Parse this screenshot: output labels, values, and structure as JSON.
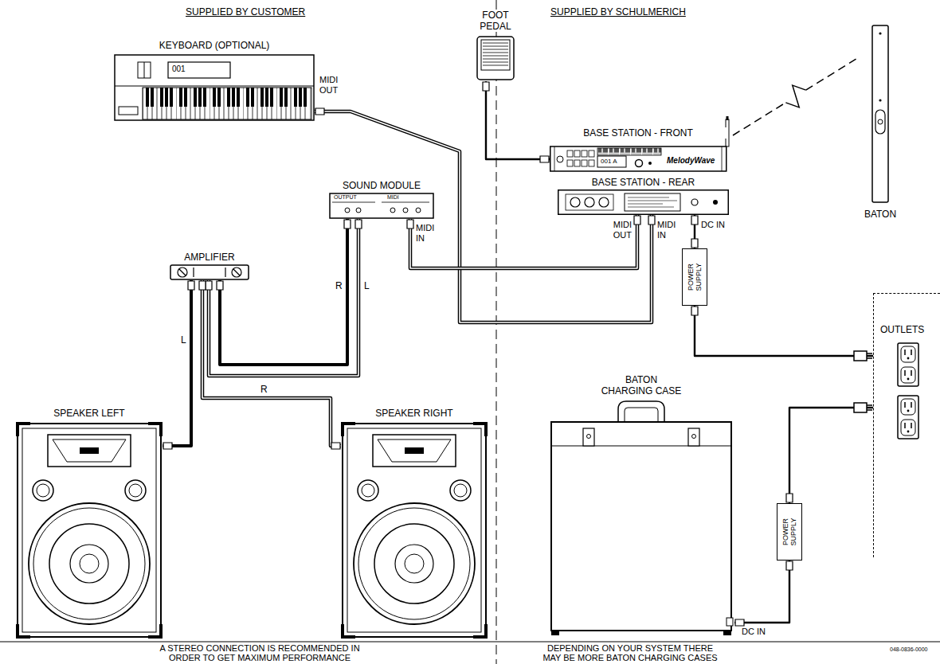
{
  "diagram": {
    "nodes": [
      {
        "text": [
          "KEYBOARD (OPTIONAL)"
        ]
      },
      {
        "text": [
          "FOOT PEDAL"
        ]
      },
      {
        "text": [
          "BASE STATION - FRONT"
        ]
      },
      {
        "text": [
          "BASE STATION - REAR"
        ]
      },
      {
        "text": [
          "BATON"
        ]
      },
      {
        "text": [
          "SOUND MODULE"
        ]
      },
      {
        "text": [
          "AMPLIFIER"
        ]
      },
      {
        "text": [
          "POWER SUPPLY"
        ]
      },
      {
        "text": [
          "OUTLETS"
        ]
      },
      {
        "text": [
          "SPEAKER LEFT"
        ]
      },
      {
        "text": [
          "SPEAKER RIGHT"
        ]
      },
      {
        "text": [
          "BATON CHARGING CASE"
        ]
      },
      {
        "text": [
          "POWER SUPPLY"
        ]
      }
    ],
    "edges": [
      {
        "from": 0,
        "to": 3,
        "arrow": "none"
      },
      {
        "from": 1,
        "to": 2,
        "arrow": "none"
      },
      {
        "from": 2,
        "to": 4,
        "arrow": "none"
      },
      {
        "from": 3,
        "to": 5,
        "arrow": "none"
      },
      {
        "from": 5,
        "to": 6,
        "label": "R",
        "arrow": "none"
      },
      {
        "from": 5,
        "to": 6,
        "label": "L",
        "arrow": "none"
      },
      {
        "from": 6,
        "to": 9,
        "label": "L",
        "arrow": "none"
      },
      {
        "from": 6,
        "to": 10,
        "label": "R",
        "arrow": "none"
      },
      {
        "from": 7,
        "to": 3,
        "arrow": "none"
      },
      {
        "from": 7,
        "to": 8,
        "arrow": "none"
      },
      {
        "from": 12,
        "to": 11,
        "arrow": "none"
      },
      {
        "from": 12,
        "to": 8,
        "arrow": "none"
      }
    ],
    "labels": [
      "SUPPLIED BY CUSTOMER",
      "SUPPLIED BY SCHULMERICH",
      "001",
      "MIDI OUT",
      "MIDI IN",
      "OUTPUT",
      "MIDI",
      "001 A",
      "MelodyWave",
      "MIDI OUT",
      "MIDI IN",
      "DC IN",
      "DC IN",
      "A STEREO CONNECTION IS RECOMMENDED IN ORDER TO GET MAXIMUM PERFORMANCE",
      "DEPENDING ON YOUR SYSTEM THERE MAY BE MORE BATON CHARGING CASES",
      "048-0836-0000"
    ]
  }
}
